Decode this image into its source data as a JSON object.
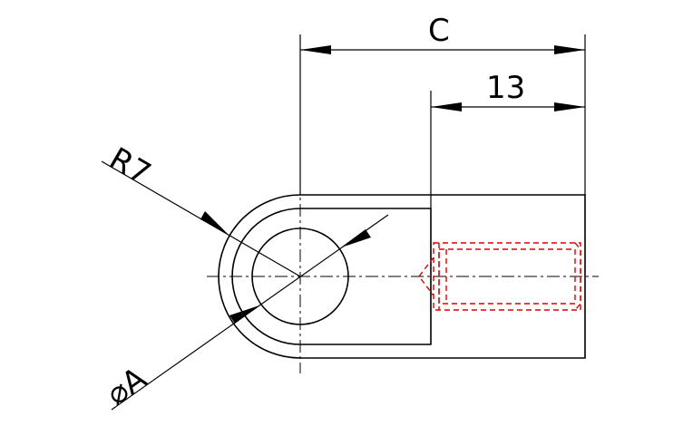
{
  "drawing": {
    "dimensions": {
      "overall_length": {
        "label": "C"
      },
      "thread_length": {
        "label": "13"
      },
      "radius": {
        "label": "R7"
      },
      "hole_diameter": {
        "label": "⌀A"
      }
    },
    "colors": {
      "outline": "#000000",
      "hidden_thread": "#e00000",
      "background": "#ffffff"
    }
  }
}
